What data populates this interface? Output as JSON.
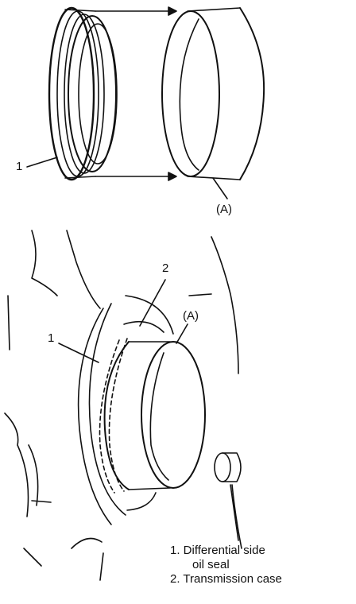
{
  "callouts": {
    "top_seal": "1",
    "top_tool": "(A)",
    "bottom_case": "2",
    "bottom_tool": "(A)",
    "bottom_seal": "1"
  },
  "legend": {
    "item1_line1": "1. Differential side",
    "item1_line2": "oil seal",
    "item2": "2. Transmission case"
  },
  "colors": {
    "ink": "#111111",
    "paper": "#ffffff"
  }
}
